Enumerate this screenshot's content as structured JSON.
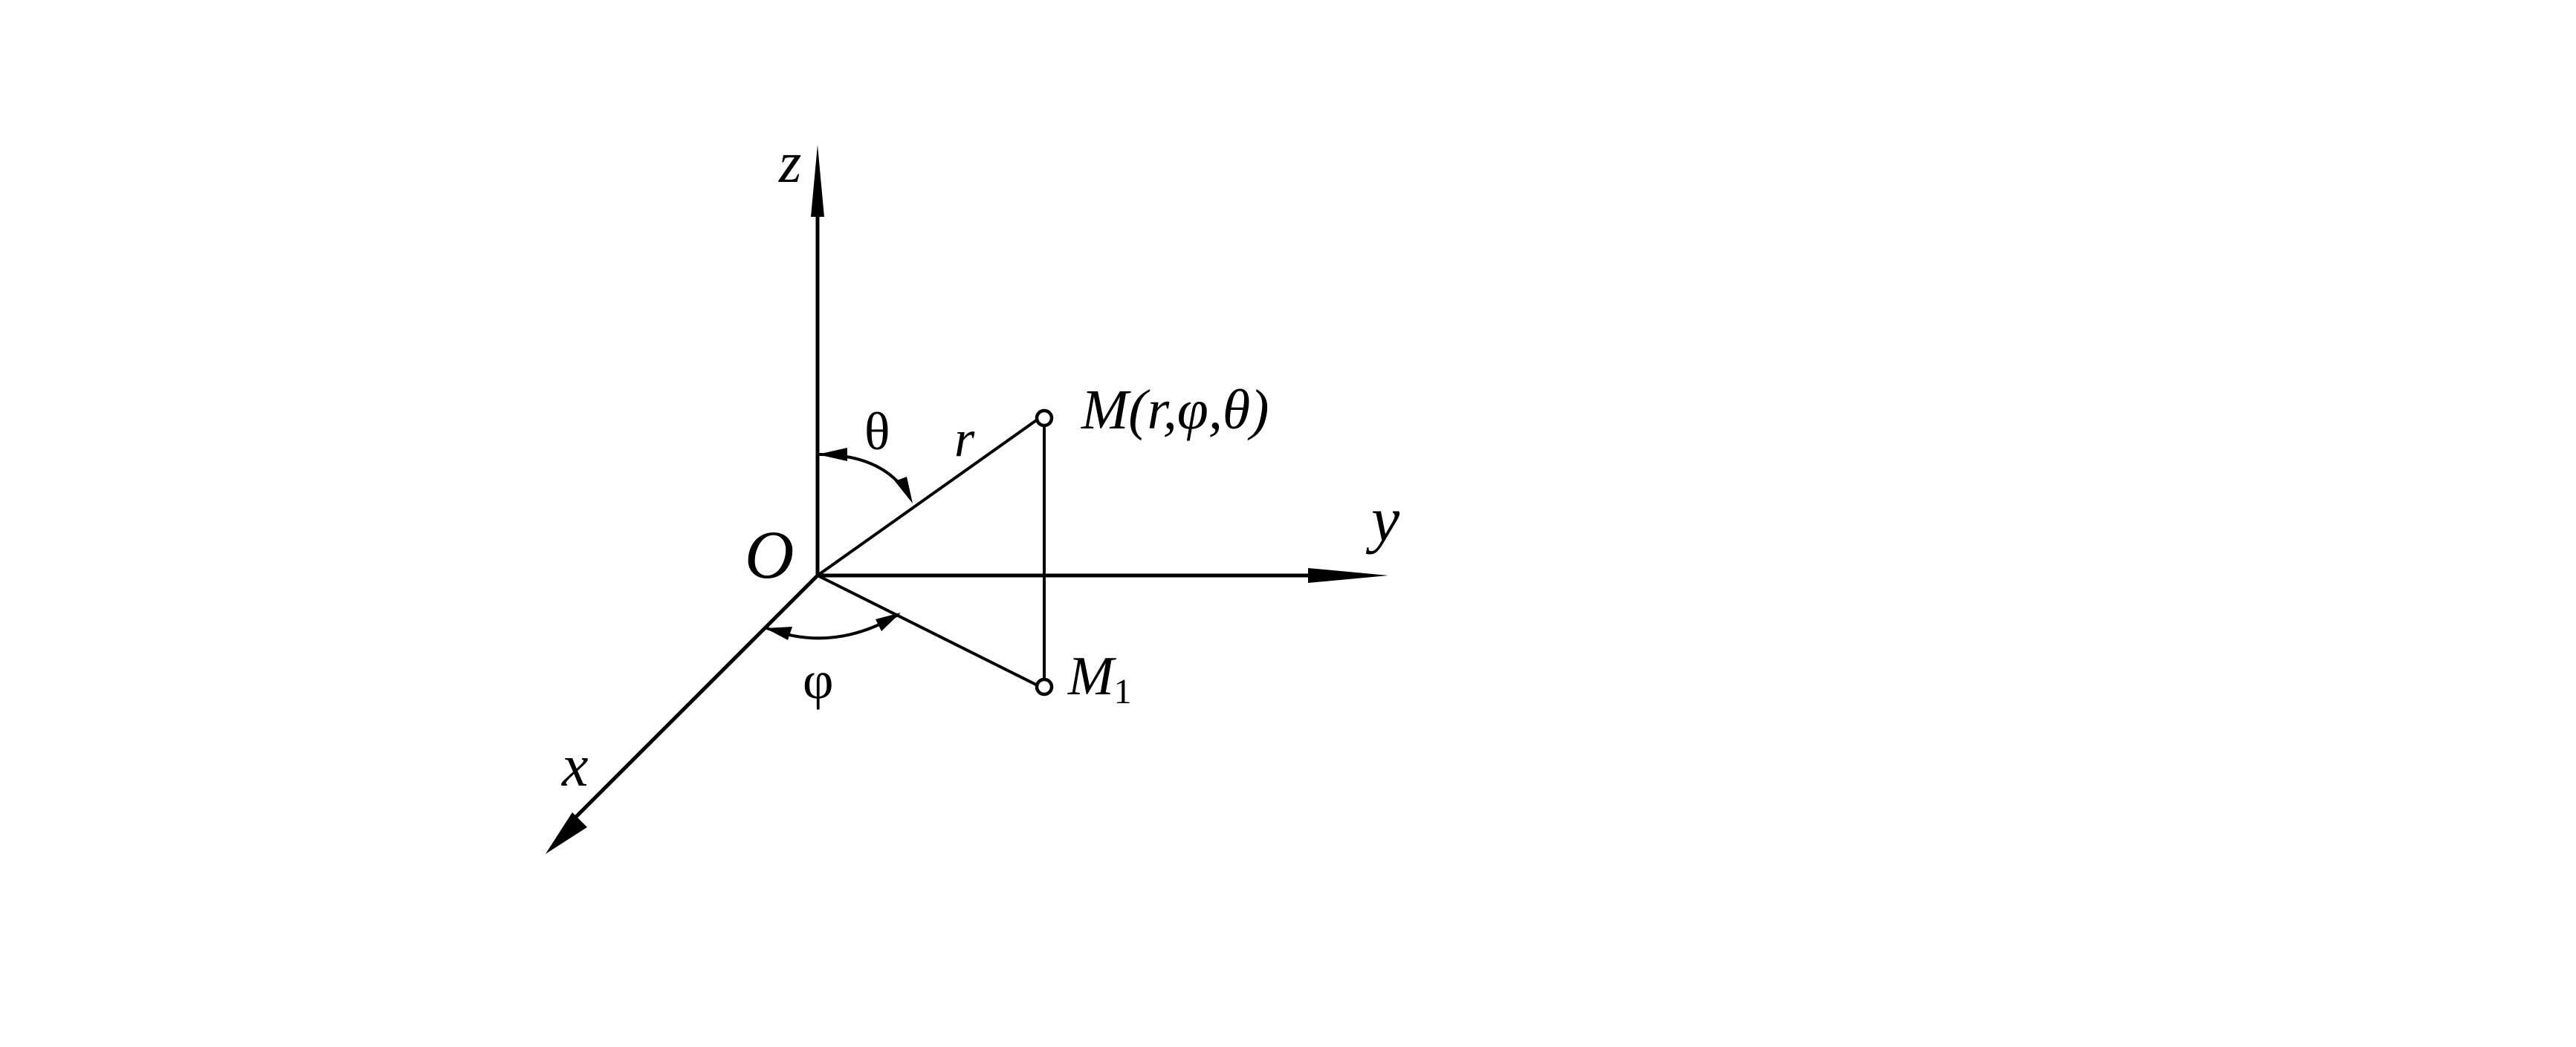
{
  "diagram": {
    "labels": {
      "z_axis": "z",
      "y_axis": "y",
      "x_axis": "x",
      "origin": "O",
      "theta": "θ",
      "phi": "φ",
      "radius": "r",
      "point_m": "M(r,φ,θ)",
      "point_m1_base": "M",
      "point_m1_sub": "1"
    },
    "colors": {
      "ink": "#000000",
      "background": "#ffffff"
    }
  }
}
